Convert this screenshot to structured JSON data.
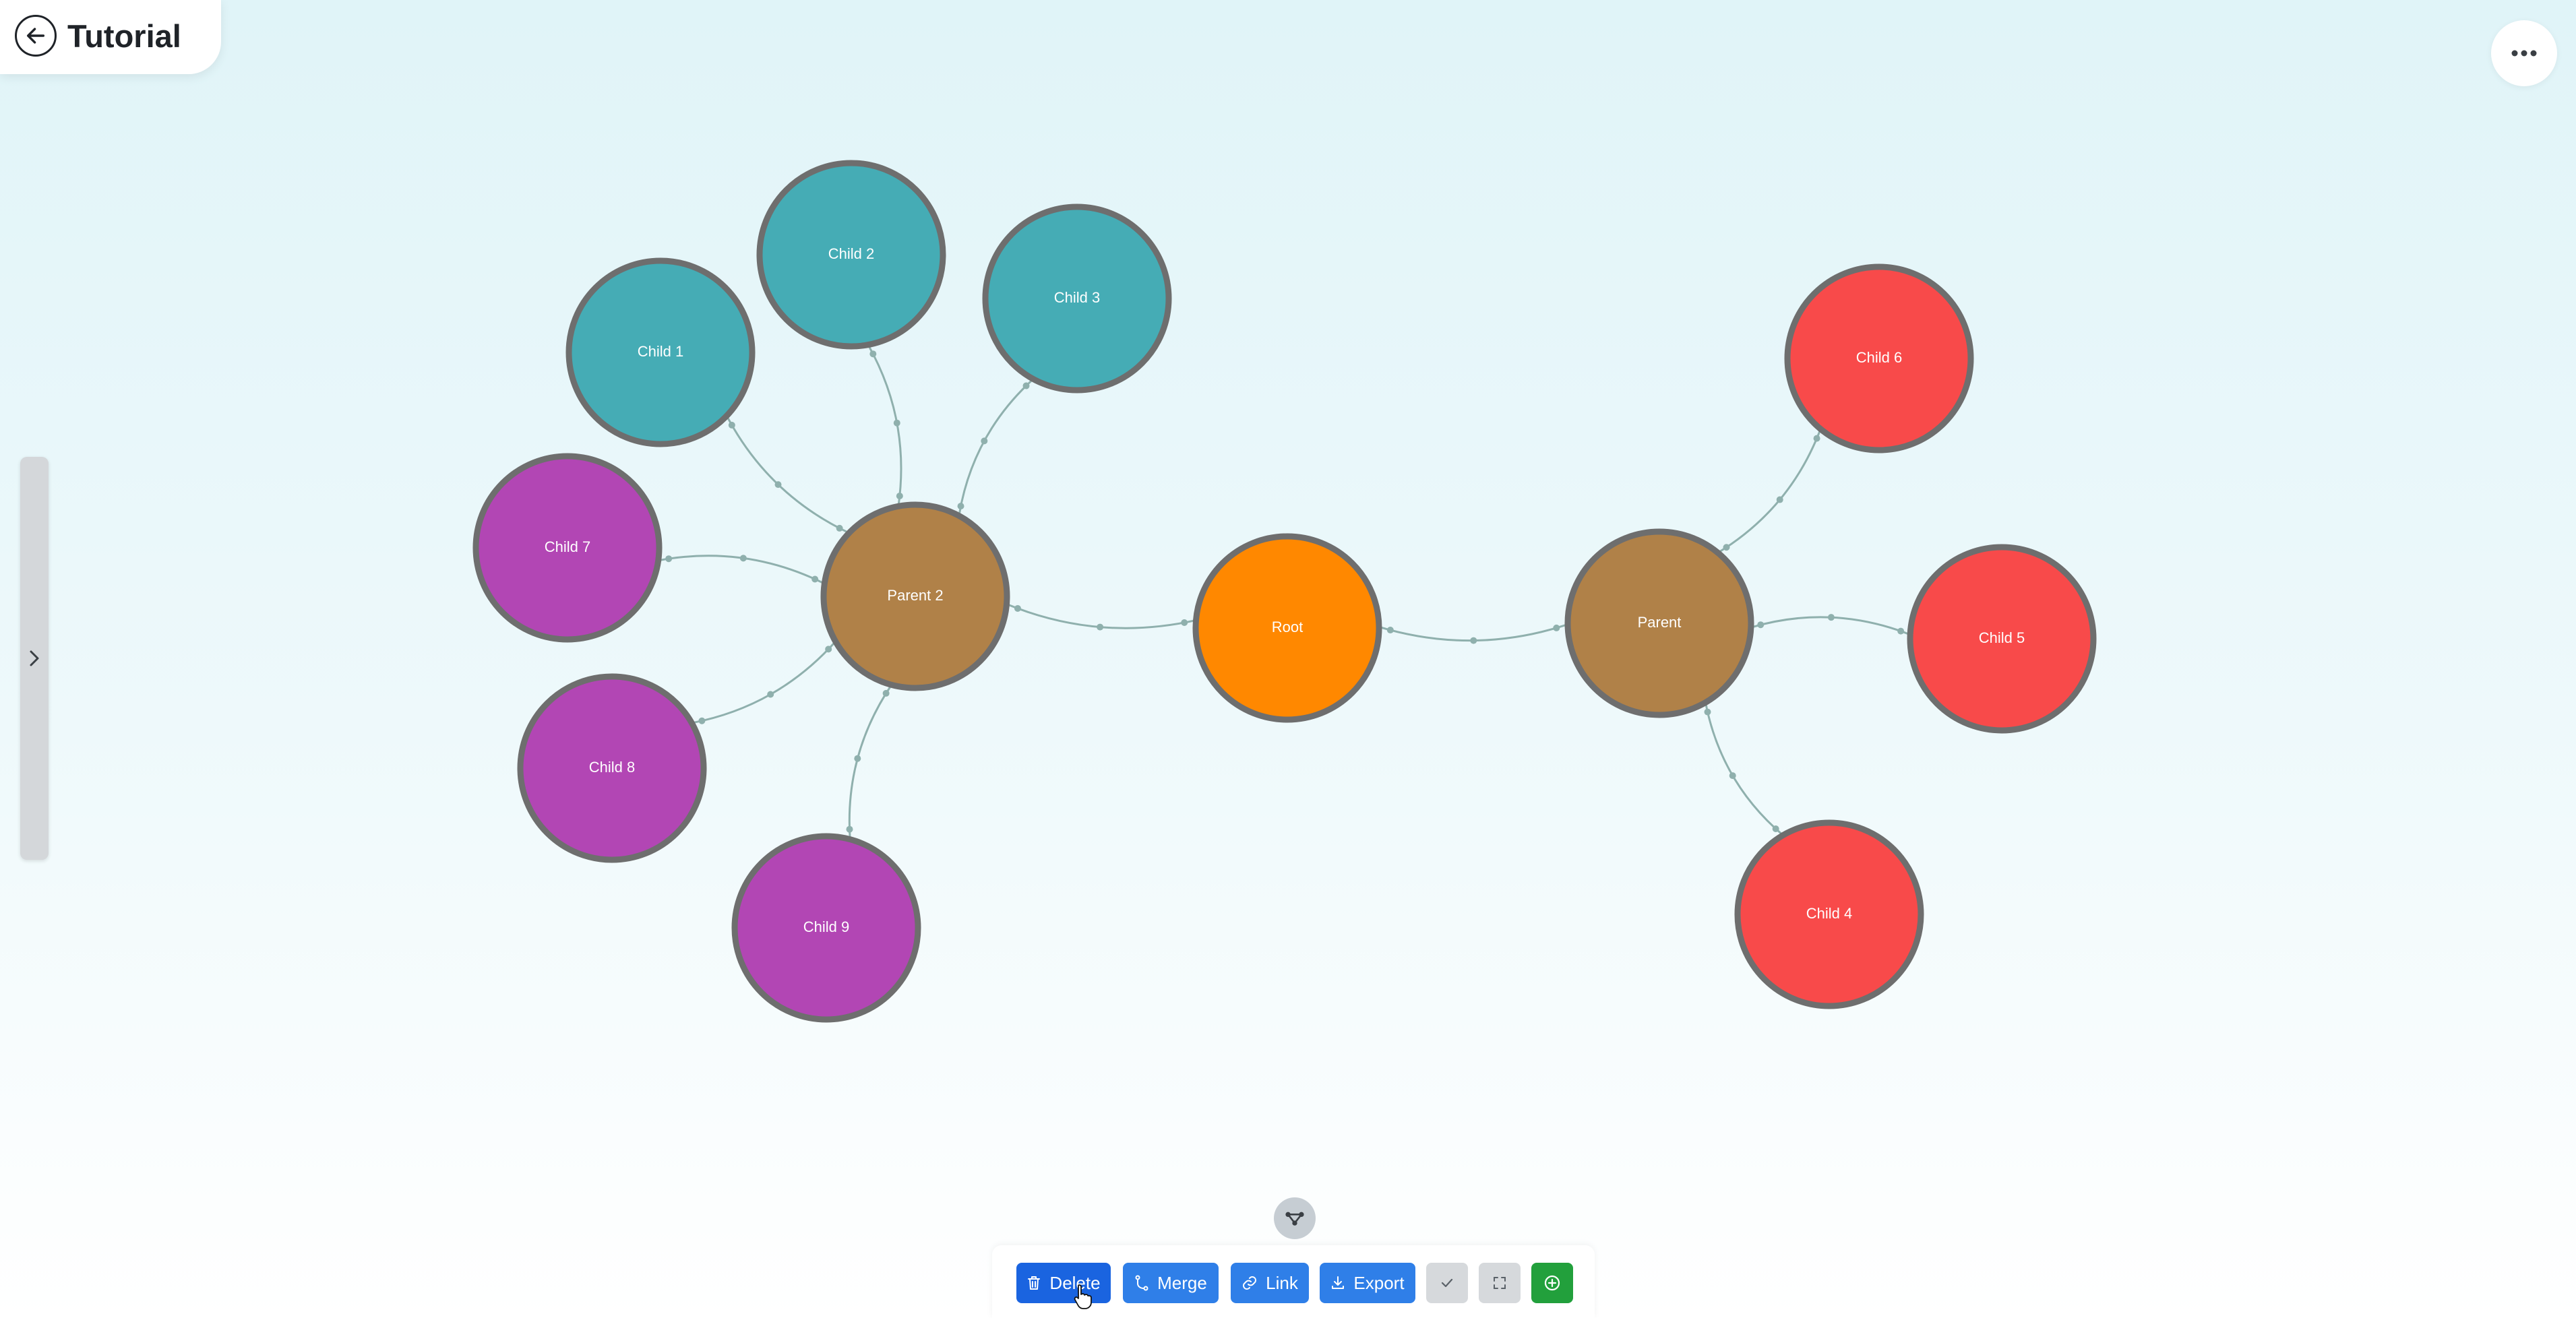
{
  "header": {
    "title": "Tutorial",
    "back_icon": "arrow-left-icon",
    "more_icon": "ellipsis-icon"
  },
  "side_panel": {
    "toggle_icon": "chevron-right-icon"
  },
  "graph": {
    "edge_color": "#8fb0ad",
    "border_color": "#6e6e6e",
    "nodes": [
      {
        "id": "root",
        "label": "Root",
        "color": "#ff8800"
      },
      {
        "id": "parent",
        "label": "Parent",
        "color": "#b08148"
      },
      {
        "id": "parent2",
        "label": "Parent 2",
        "color": "#b08148"
      },
      {
        "id": "child1",
        "label": "Child 1",
        "color": "#45acb5"
      },
      {
        "id": "child2",
        "label": "Child 2",
        "color": "#45acb5"
      },
      {
        "id": "child3",
        "label": "Child 3",
        "color": "#45acb5"
      },
      {
        "id": "child4",
        "label": "Child 4",
        "color": "#f84a4a"
      },
      {
        "id": "child5",
        "label": "Child 5",
        "color": "#f84a4a"
      },
      {
        "id": "child6",
        "label": "Child 6",
        "color": "#f84a4a"
      },
      {
        "id": "child7",
        "label": "Child 7",
        "color": "#b246b4"
      },
      {
        "id": "child8",
        "label": "Child 8",
        "color": "#b246b4"
      },
      {
        "id": "child9",
        "label": "Child 9",
        "color": "#b246b4"
      }
    ],
    "edges": [
      {
        "from": "root",
        "to": "parent"
      },
      {
        "from": "root",
        "to": "parent2"
      },
      {
        "from": "parent",
        "to": "child4"
      },
      {
        "from": "parent",
        "to": "child5"
      },
      {
        "from": "parent",
        "to": "child6"
      },
      {
        "from": "parent2",
        "to": "child1"
      },
      {
        "from": "parent2",
        "to": "child2"
      },
      {
        "from": "parent2",
        "to": "child3"
      },
      {
        "from": "parent2",
        "to": "child7"
      },
      {
        "from": "parent2",
        "to": "child8"
      },
      {
        "from": "parent2",
        "to": "child9"
      }
    ]
  },
  "layout_button": {
    "icon": "graph-layout-icon"
  },
  "toolbar": {
    "delete_label": "Delete",
    "delete_icon": "trash-icon",
    "merge_label": "Merge",
    "merge_icon": "merge-icon",
    "link_label": "Link",
    "link_icon": "link-icon",
    "export_label": "Export",
    "export_icon": "download-icon",
    "check_icon": "check-icon",
    "fullscreen_icon": "fullscreen-icon",
    "add_icon": "plus-circle-icon",
    "colors": {
      "primary": "#2f7fe8",
      "primary_active": "#1a64e0",
      "neutral": "#d6d9dc",
      "success": "#22a03c"
    }
  }
}
